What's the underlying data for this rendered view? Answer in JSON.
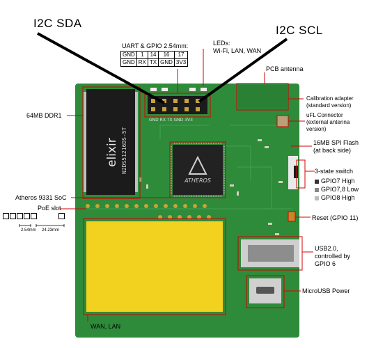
{
  "annotations": {
    "i2c_sda": "I2C SDA",
    "i2c_scl": "I2C SCL",
    "uart_title": "UART & GPIO 2.54mm:",
    "leds_title": "LEDs:",
    "leds_sub": "Wi-Fi, LAN, WAN",
    "pcb_antenna": "PCB antenna",
    "calibration_1": "Calibration adapter",
    "calibration_2": "(standard version)",
    "ufl_1": "uFL Connector",
    "ufl_2": "(external antenna",
    "ufl_3": "version)",
    "ddr": "64MB DDR1",
    "spi_1": "16MB SPI Flash",
    "spi_2": "(at back side)",
    "switch_title": "3-state switch",
    "switch_opts": [
      "GPIO7 High",
      "GPIO7,8 Low",
      "GPIO8 High"
    ],
    "soc": "Atheros 9331 SoC",
    "poe": "PoE slot",
    "poe_dim_1": "2.54mm",
    "poe_dim_2": "24.23mm",
    "reset": "Reset (GPIO 11)",
    "usb_1": "USB2.0,",
    "usb_2": "controlled by",
    "usb_3": "GPIO 6",
    "microusb": "MicroUSB Power",
    "wan_lan": "WAN, LAN"
  },
  "pin_header": {
    "row1": [
      "GND",
      "1",
      "14",
      "16",
      "17"
    ],
    "row2": [
      "GND",
      "RX",
      "TX",
      "GND",
      "3V3"
    ]
  },
  "silkscreen": {
    "header_pins": "GND RX TX GND 3V3",
    "ram_brand": "elixir",
    "ram_code": "N2DS51216DS-5T",
    "soc_brand": "ATHEROS"
  },
  "colors": {
    "pcb": "#2e8b3a",
    "pcb_dark": "#1f6b2a",
    "highlight": "#d40000",
    "poe_module": "#f2d21e",
    "switch_legend": [
      "#333333",
      "#888888",
      "#bbbbbb"
    ]
  }
}
